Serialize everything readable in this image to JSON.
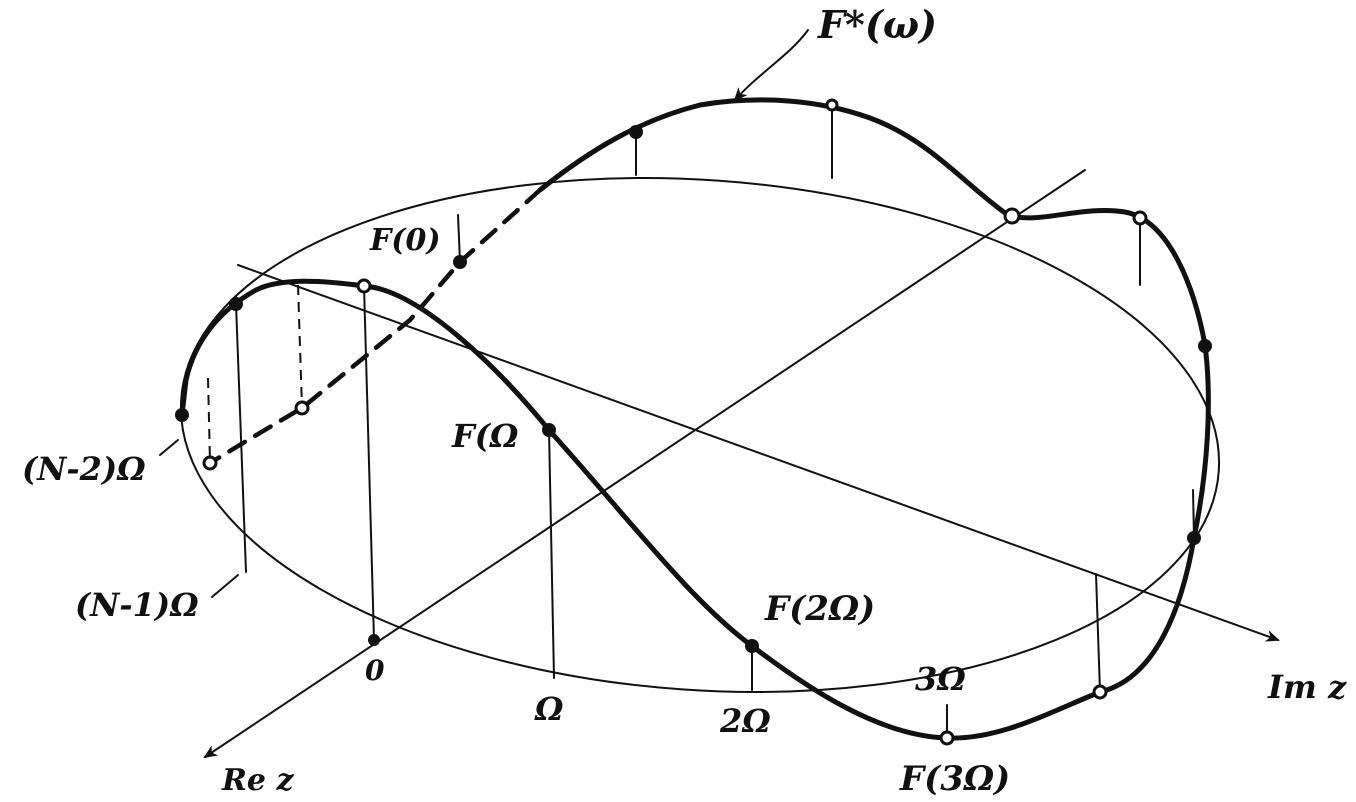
{
  "labels": {
    "f_star": "F*(ω)",
    "f0": "F(0)",
    "f_omega": "F(Ω",
    "f_2omega": "F(2Ω)",
    "f_3omega": "F(3Ω)",
    "n_minus_2": "(N-2)Ω",
    "n_minus_1": "(N-1)Ω",
    "zero": "0",
    "omega": "Ω",
    "two_omega": "2Ω",
    "three_omega": "3Ω",
    "re_z": "Re z",
    "im_z": "Im z"
  },
  "colors": {
    "ink": "#111111",
    "paper": "#ffffff"
  }
}
